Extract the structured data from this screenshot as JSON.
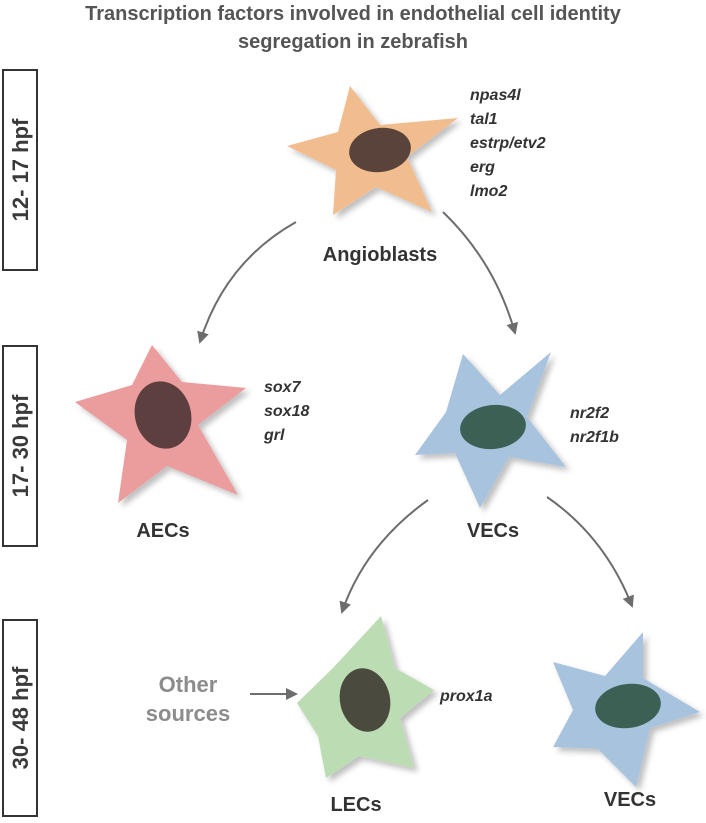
{
  "title": {
    "line1": "Transcription factors involved in endothelial cell identity",
    "line2": "segregation in zebrafish"
  },
  "stages": [
    "12- 17 hpf",
    "17- 30 hpf",
    "30- 48 hpf"
  ],
  "cells": {
    "angioblast": {
      "label": "Angioblasts",
      "genes": [
        "npas4l",
        "tal1",
        "estrp/etv2",
        "erg",
        "lmo2"
      ],
      "body_color": "#f1bd8f",
      "nucleus_color": "#5a433a"
    },
    "aec": {
      "label": "AECs",
      "genes": [
        "sox7",
        "sox18",
        "grl"
      ],
      "body_color": "#eb9c9c",
      "nucleus_color": "#5e3f3f"
    },
    "vec": {
      "label": "VECs",
      "genes": [
        "nr2f2",
        "nr2f1b"
      ],
      "body_color": "#a8c3dd",
      "nucleus_color": "#3d6055"
    },
    "lec": {
      "label": "LECs",
      "genes": [
        "prox1a"
      ],
      "body_color": "#bcdcb4",
      "nucleus_color": "#4b4a3f"
    },
    "vec2": {
      "label": "VECs",
      "body_color": "#a8c3dd",
      "nucleus_color": "#3d6055"
    }
  },
  "other_sources": {
    "line1": "Other",
    "line2": "sources"
  },
  "colors": {
    "arrow": "#6d6d6d",
    "stage_box_border": "#333333"
  }
}
